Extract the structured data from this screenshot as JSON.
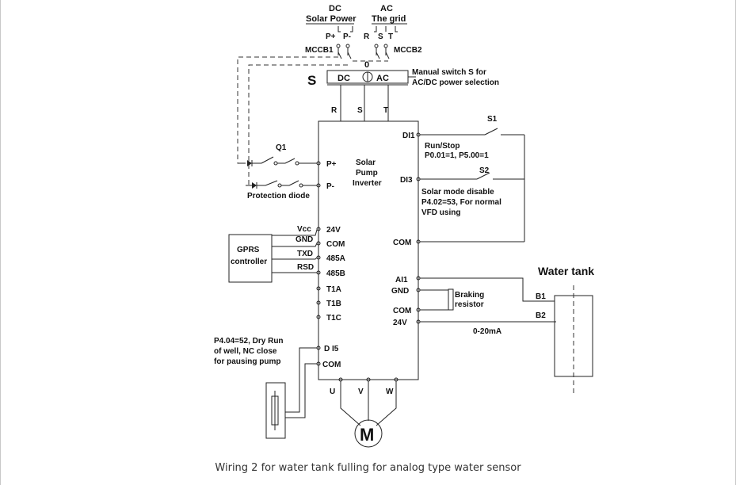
{
  "power": {
    "dc_label": "DC",
    "dc_sub": "Solar Power",
    "ac_label": "AC",
    "ac_sub": "The grid",
    "p_plus": "P+",
    "p_minus": "P-",
    "r": "R",
    "s": "S",
    "t": "T",
    "mccb1": "MCCB1",
    "mccb2": "MCCB2",
    "zero": "0",
    "switch_s": "S",
    "switch_dc": "DC",
    "switch_ac": "AC",
    "switch_note_1": "Manual switch S for",
    "switch_note_2": "AC/DC power selection",
    "in_r": "R",
    "in_s": "S",
    "in_t": "T"
  },
  "inverter": {
    "line1": "Solar",
    "line2": "Pump",
    "line3": "Inverter",
    "left_terms": [
      "P+",
      "P-",
      "24V",
      "COM",
      "485A",
      "485B",
      "T1A",
      "T1B",
      "T1C",
      "D I5",
      "COM"
    ],
    "right_terms": [
      "DI1",
      "DI3",
      "COM",
      "AI1",
      "GND",
      "COM",
      "24V"
    ],
    "out_u": "U",
    "out_v": "V",
    "out_w": "W"
  },
  "q1": {
    "label": "Q1",
    "diode": "Protection diode"
  },
  "gprs": {
    "title": "GPRS",
    "sub": "controller",
    "pins": [
      "Vcc",
      "GND",
      "TXD",
      "RSD"
    ]
  },
  "s1": {
    "label": "S1",
    "note1": "Run/Stop",
    "note2": "P0.01=1, P5.00=1"
  },
  "s2": {
    "label": "S2",
    "note1": "Solar mode disable",
    "note2": "P4.02=53, For normal",
    "note3": "VFD using"
  },
  "braking": {
    "line1": "Braking",
    "line2": "resistor"
  },
  "tank": {
    "title": "Water tank",
    "b1": "B1",
    "b2": "B2",
    "signal": "0-20mA"
  },
  "dryrun": {
    "line1": "P4.04=52, Dry Run",
    "line2": "of well, NC close",
    "line3": "for pausing pump"
  },
  "motor": {
    "label": "M"
  },
  "caption": "Wiring 2 for water tank fulling for analog type water sensor"
}
